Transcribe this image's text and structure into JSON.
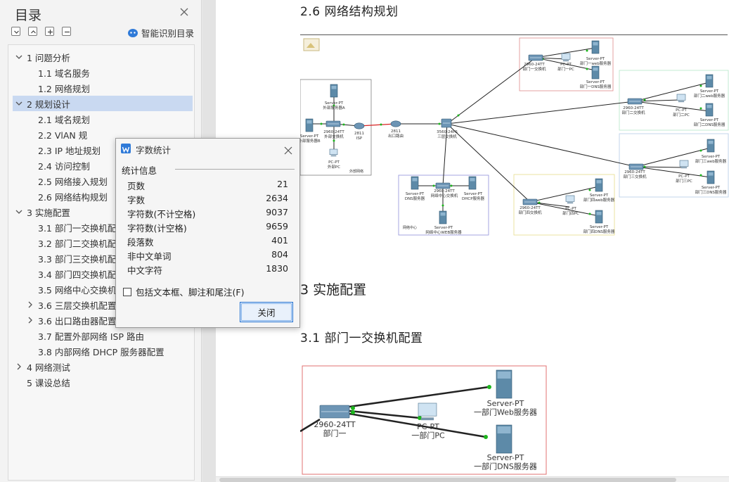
{
  "toc": {
    "title": "目录",
    "smart_label": "智能识别目录",
    "items": [
      {
        "label": "1  问题分析",
        "indent": 0,
        "expander": "down"
      },
      {
        "label": "1.1 域名服务",
        "indent": 1
      },
      {
        "label": "1.2 网络规划",
        "indent": 1
      },
      {
        "label": "2  规划设计",
        "indent": 0,
        "expander": "down",
        "selected": true
      },
      {
        "label": "2.1 域名规划",
        "indent": 1
      },
      {
        "label": "2.2 VlAN 规",
        "indent": 1
      },
      {
        "label": "2.3 IP 地址规划",
        "indent": 1
      },
      {
        "label": "2.4  访问控制",
        "indent": 1
      },
      {
        "label": "2.5  网络接入规划",
        "indent": 1
      },
      {
        "label": "2.6  网络结构规划",
        "indent": 1
      },
      {
        "label": "3  实施配置",
        "indent": 0,
        "expander": "down"
      },
      {
        "label": "3.1 部门一交换机配置",
        "indent": 1
      },
      {
        "label": "3.2 部门二交换机配置",
        "indent": 1
      },
      {
        "label": "3.3 部门三交换机配置",
        "indent": 1
      },
      {
        "label": "3.4 部门四交换机配置",
        "indent": 1
      },
      {
        "label": "3.5 网络中心交换机配置",
        "indent": 1
      },
      {
        "label": "3.6 三层交换机配置",
        "indent": 1,
        "expander": "right"
      },
      {
        "label": "3.6 出口路由器配置",
        "indent": 1,
        "expander": "right"
      },
      {
        "label": "3.7 配置外部网络 ISP 路由",
        "indent": 1
      },
      {
        "label": "3.8 内部网络 DHCP 服务器配置",
        "indent": 1
      },
      {
        "label": "4 网络测试",
        "indent": 0,
        "expander": "right"
      },
      {
        "label": "5  课设总结",
        "indent": 0
      }
    ]
  },
  "document": {
    "heading_26": "2.6  网络结构规划",
    "heading_3": "3  实施配置",
    "heading_31": "3.1 部门一交换机配置"
  },
  "diagram1": {
    "labels": {
      "ext_server_a": "Server-PT\n外部服务器A",
      "ext_server_b": "Server-PT\n外部服务器B",
      "ext_switch": "2960-24TT\n外部交换机",
      "isp": "2811\nISP",
      "ext_pc": "PC-PT\n外部PC",
      "ext_net": "外部网络",
      "exit_router": "2811\n出口路由",
      "l3_switch": "3560-24PS\n三层交换机",
      "dns_server": "Server-PT\nDNS服务器",
      "center_switch": "2960-24TT\n网络中心交换机",
      "dhcp_server": "Server-PT\nDHCP服务器",
      "center_web": "Server-PT\n网络中心WEB服务器",
      "net_center": "网络中心",
      "d1_switch": "2960-24TT\n部门一交换机",
      "d1_pc": "PC-PT\n部门一PC",
      "d1_web": "Server-PT\n部门一web服务器",
      "d1_dns": "Server-PT\n部门一DNS服务器",
      "d2_switch": "2960-24TT\n部门二交换机",
      "d2_pc": "PC-PT\n部门二PC",
      "d2_web": "Server-PT\n部门二web服务器",
      "d2_dns": "Server-PT\n部门二DNS服务器",
      "d3_switch": "2960-24TT\n部门三交换机",
      "d3_pc": "PC-PT\n部门三PC",
      "d3_web": "Server-PT\n部门三web服务器",
      "d3_dns": "Server-PT\n部门三DNS服务器",
      "d4_switch": "2960-24TT\n部门四交换机",
      "d4_pc": "PC-PT\n部门四PC",
      "d4_web": "Server-PT\n部门四web服务器",
      "d4_dns": "Server-PT\n部门四DNS服务器"
    }
  },
  "diagram2": {
    "switch": "2960-24TT\n部门一",
    "pc": "PC-PT\n一部门PC",
    "web": "Server-PT\n一部门Web服务器",
    "dns": "Server-PT\n一部门DNS服务器"
  },
  "dialog": {
    "title": "字数统计",
    "section": "统计信息",
    "stats": [
      {
        "label": "页数",
        "value": "21"
      },
      {
        "label": "字数",
        "value": "2634"
      },
      {
        "label": "字符数(不计空格)",
        "value": "9037"
      },
      {
        "label": "字符数(计空格)",
        "value": "9659"
      },
      {
        "label": "段落数",
        "value": "401"
      },
      {
        "label": "非中文单词",
        "value": "804"
      },
      {
        "label": "中文字符",
        "value": "1830"
      }
    ],
    "checkbox_label": "包括文本框、脚注和尾注(F)",
    "close_label": "关闭"
  }
}
